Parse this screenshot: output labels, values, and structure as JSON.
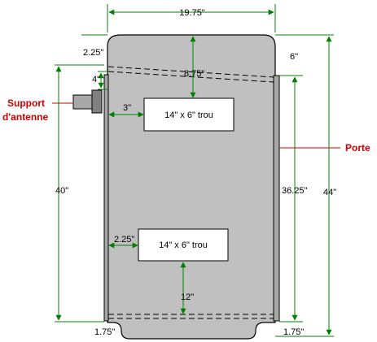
{
  "colors": {
    "dimension_line": "#008000",
    "callout": "#cc0000",
    "panel_fill": "#c0c0c0",
    "outline": "#000000",
    "door_fill": "#a8a8a8"
  },
  "dimensions": {
    "width": "19.75\"",
    "top_inset": "2.25\"",
    "top_gap": "8.75\"",
    "door_offset": "6\"",
    "mount_height": "4\"",
    "hole1_offset": "3\"",
    "left_height": "40\"",
    "door_height": "36.25\"",
    "total_height": "44\"",
    "hole2_offset": "2.25\"",
    "bottom_gap": "12\"",
    "bottom_left": "1.75\"",
    "bottom_right": "1.75\""
  },
  "holes": {
    "top": "14\" x 6\" trou",
    "bottom": "14\" x 6\"  trou"
  },
  "labels": {
    "antenna_line1": "Support",
    "antenna_line2": "d'antenne",
    "door": "Porte"
  }
}
